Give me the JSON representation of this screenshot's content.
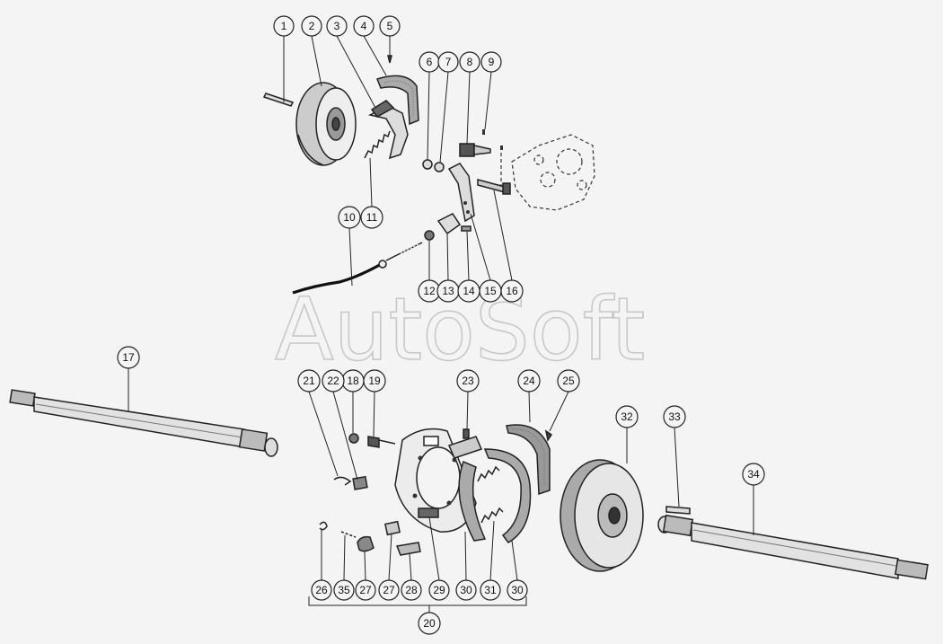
{
  "watermark": "AutoSoft",
  "callouts": [
    {
      "id": "c1",
      "label": "1"
    },
    {
      "id": "c2",
      "label": "2"
    },
    {
      "id": "c3",
      "label": "3"
    },
    {
      "id": "c4",
      "label": "4"
    },
    {
      "id": "c5",
      "label": "5"
    },
    {
      "id": "c6",
      "label": "6"
    },
    {
      "id": "c7",
      "label": "7"
    },
    {
      "id": "c8",
      "label": "8"
    },
    {
      "id": "c9",
      "label": "9"
    },
    {
      "id": "c10",
      "label": "10"
    },
    {
      "id": "c11",
      "label": "11"
    },
    {
      "id": "c12",
      "label": "12"
    },
    {
      "id": "c13",
      "label": "13"
    },
    {
      "id": "c14",
      "label": "14"
    },
    {
      "id": "c15",
      "label": "15"
    },
    {
      "id": "c16",
      "label": "16"
    },
    {
      "id": "c17",
      "label": "17"
    },
    {
      "id": "c18",
      "label": "18"
    },
    {
      "id": "c19",
      "label": "19"
    },
    {
      "id": "c21",
      "label": "21"
    },
    {
      "id": "c22",
      "label": "22"
    },
    {
      "id": "c23",
      "label": "23"
    },
    {
      "id": "c24",
      "label": "24"
    },
    {
      "id": "c25",
      "label": "25"
    },
    {
      "id": "c32",
      "label": "32"
    },
    {
      "id": "c33",
      "label": "33"
    },
    {
      "id": "c34",
      "label": "34"
    },
    {
      "id": "c26",
      "label": "26"
    },
    {
      "id": "c35",
      "label": "35"
    },
    {
      "id": "c27a",
      "label": "27"
    },
    {
      "id": "c27b",
      "label": "27"
    },
    {
      "id": "c28",
      "label": "28"
    },
    {
      "id": "c29",
      "label": "29"
    },
    {
      "id": "c30a",
      "label": "30"
    },
    {
      "id": "c31",
      "label": "31"
    },
    {
      "id": "c30b",
      "label": "30"
    },
    {
      "id": "c20",
      "label": "20"
    }
  ]
}
